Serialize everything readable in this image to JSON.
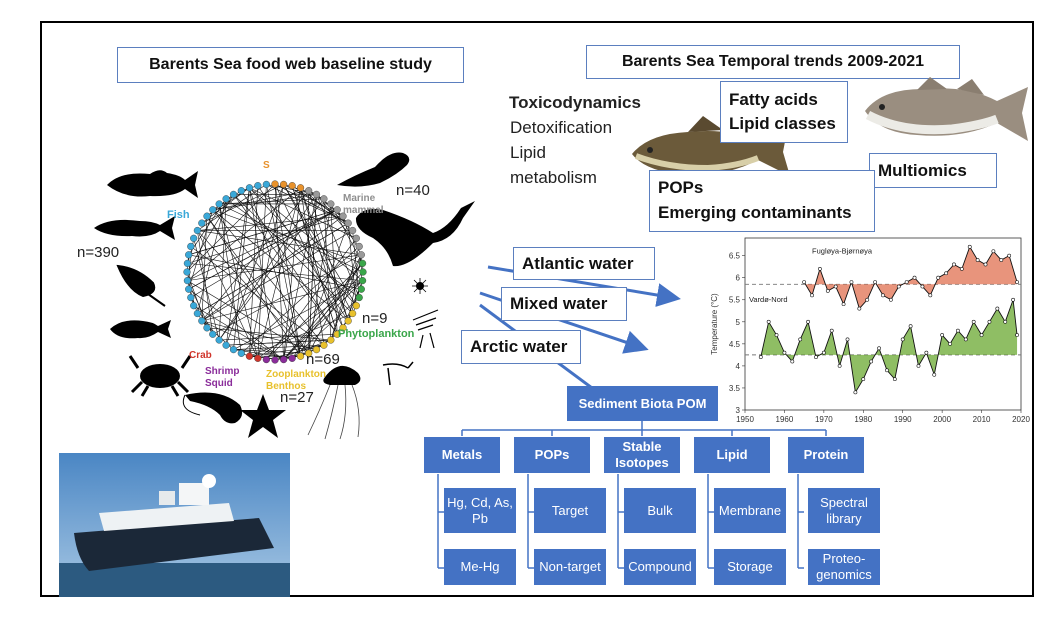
{
  "left": {
    "title": "Barents Sea food web baseline study",
    "groups": {
      "s": "S",
      "fish": "Fish",
      "marine_mammal": "Marine\nmammal",
      "phytoplankton": "Phytoplankton",
      "crab": "Crab",
      "shrimp": "Shrimp",
      "squid": "Squid",
      "zooplankton": "Zooplankton",
      "benthos": "Benthos"
    },
    "counts": {
      "n390": "n=390",
      "n40": "n=40",
      "n9": "n=9",
      "n69": "n=69",
      "n27": "n=27"
    },
    "colors": {
      "fish": "#3aa8d8",
      "marine_mammal": "#9a9a9a",
      "phytoplankton": "#3aa64a",
      "crab": "#d0352b",
      "shrimp_squid": "#8a2c9a",
      "zooplankton_benthos": "#e8c12c",
      "s": "#e8922c"
    }
  },
  "right": {
    "title": "Barents Sea Temporal trends 2009-2021",
    "toxicodynamics": "Toxicodynamics",
    "detox_lines": [
      "Detoxification",
      "Lipid",
      "metabolism"
    ],
    "fatty_acids": [
      "Fatty acids",
      "Lipid classes"
    ],
    "multiomics": "Multiomics",
    "pops_box": [
      "POPs",
      "Emerging contaminants"
    ],
    "waters": [
      "Atlantic water",
      "Mixed water",
      "Arctic water"
    ]
  },
  "chart_data": {
    "type": "line",
    "ylabel": "Temperature (°C)",
    "xlim": [
      1950,
      2020
    ],
    "ylim": [
      3,
      6.9
    ],
    "xticks": [
      "1950",
      "1960",
      "1970",
      "1980",
      "1990",
      "2000",
      "2010",
      "2020"
    ],
    "yticks": [
      "3",
      "3.5",
      "4",
      "4.5",
      "5",
      "5.5",
      "6",
      "6.5"
    ],
    "series": [
      {
        "name": "Fugløya-Bjørnøya",
        "color": "#e07050",
        "mean": 5.85,
        "x": [
          1965,
          1967,
          1969,
          1971,
          1973,
          1975,
          1977,
          1979,
          1981,
          1983,
          1985,
          1987,
          1989,
          1991,
          1993,
          1995,
          1997,
          1999,
          2001,
          2003,
          2005,
          2007,
          2009,
          2011,
          2013,
          2015,
          2017,
          2019
        ],
        "values": [
          5.9,
          5.6,
          6.2,
          5.7,
          5.8,
          5.4,
          5.9,
          5.3,
          5.5,
          5.9,
          5.6,
          5.5,
          5.8,
          5.9,
          6.0,
          5.8,
          5.6,
          6.0,
          6.1,
          6.3,
          6.2,
          6.7,
          6.4,
          6.3,
          6.6,
          6.4,
          6.5,
          5.9
        ]
      },
      {
        "name": "Vardø-Nord",
        "color": "#6aa830",
        "mean": 4.25,
        "x": [
          1954,
          1956,
          1958,
          1960,
          1962,
          1964,
          1966,
          1968,
          1970,
          1972,
          1974,
          1976,
          1978,
          1980,
          1982,
          1984,
          1986,
          1988,
          1990,
          1992,
          1994,
          1996,
          1998,
          2000,
          2002,
          2004,
          2006,
          2008,
          2010,
          2012,
          2014,
          2016,
          2018,
          2019
        ],
        "values": [
          4.2,
          5.0,
          4.7,
          4.3,
          4.1,
          4.6,
          5.0,
          4.2,
          4.3,
          4.8,
          4.0,
          4.6,
          3.4,
          3.7,
          4.1,
          4.4,
          3.9,
          3.7,
          4.6,
          4.9,
          4.0,
          4.3,
          3.8,
          4.7,
          4.5,
          4.8,
          4.6,
          5.0,
          4.7,
          5.0,
          5.3,
          5.0,
          5.5,
          4.7
        ]
      }
    ]
  },
  "tree": {
    "root": "Sediment Biota POM",
    "columns": [
      {
        "header": "Metals",
        "items": [
          "Hg, Cd, As,\nPb",
          "Me-Hg"
        ]
      },
      {
        "header": "POPs",
        "items": [
          "Target",
          "Non-target"
        ]
      },
      {
        "header": "Stable\nIsotopes",
        "items": [
          "Bulk",
          "Compound"
        ]
      },
      {
        "header": "Lipid",
        "items": [
          "Membrane",
          "Storage"
        ]
      },
      {
        "header": "Protein",
        "items": [
          "Spectral\nlibrary",
          "Proteo-\ngenomics"
        ]
      }
    ]
  }
}
